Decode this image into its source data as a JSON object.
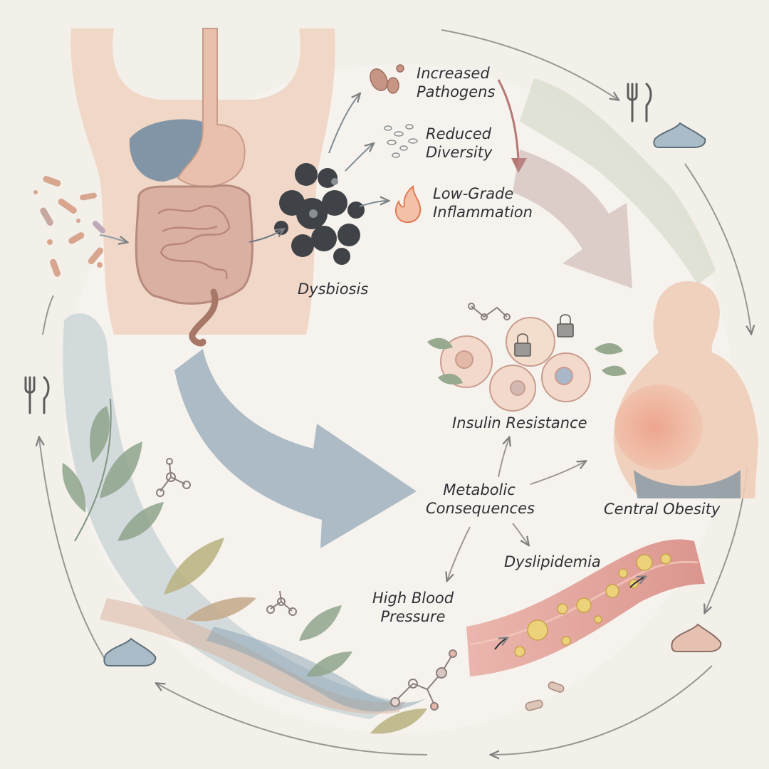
{
  "colors": {
    "paper": "#f3f0ea",
    "skin": "#efd2bf",
    "liver": "#6f8aa0",
    "intestine": "#d9b0a2",
    "blue_arrow": "#9fb2bd",
    "mauve_arrow": "#b89593",
    "vessel": "#d98f86",
    "leaf": "#8fa58c",
    "ink": "#2f3136"
  },
  "labels": {
    "dysbiosis": "Dysbiosis",
    "increased_pathogens": [
      "Increased",
      "Pathogens"
    ],
    "reduced_diversity": [
      "Reduced",
      "Diversity"
    ],
    "low_grade_inflammation": [
      "Low-Grade",
      "Inflammation"
    ],
    "insulin_resistance": "Insulin Resistance",
    "metabolic_consequences": [
      "Metabolic",
      "Consequences"
    ],
    "central_obesity": "Central Obesity",
    "dyslipidemia": "Dyslipidemia",
    "high_blood_pressure": [
      "High Blood",
      "Pressure"
    ]
  },
  "icons": [
    "bacteria-icon",
    "fork-knife-icon",
    "sneaker-icon",
    "flame-icon",
    "lock-icon",
    "molecule-icon",
    "capsule-icon",
    "leaf-icon"
  ]
}
